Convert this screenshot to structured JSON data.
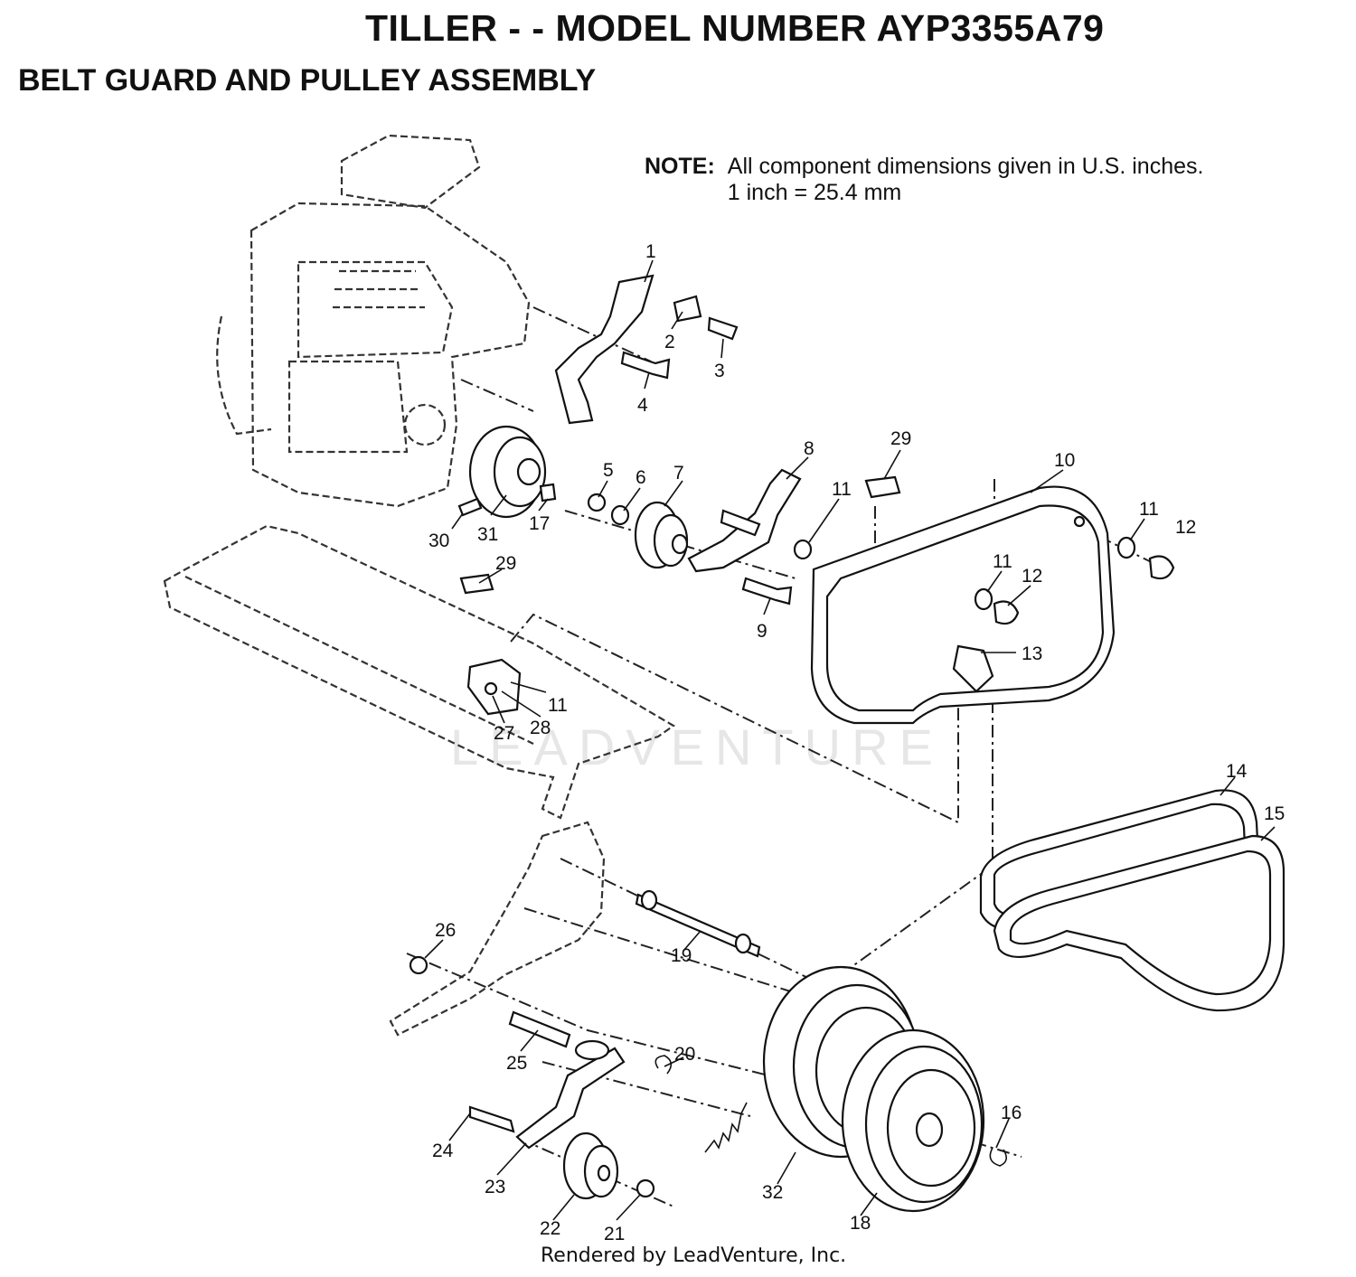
{
  "header": {
    "title": "TILLER - - MODEL NUMBER AYP3355A79",
    "subtitle": "BELT GUARD AND PULLEY ASSEMBLY"
  },
  "note": {
    "label": "NOTE:",
    "line1": "All component dimensions given in U.S. inches.",
    "line2": "1 inch = 25.4 mm"
  },
  "watermark": "LEADVENTURE",
  "footer": "Rendered by LeadVenture, Inc.",
  "callouts": [
    "1",
    "2",
    "3",
    "4",
    "5",
    "6",
    "7",
    "8",
    "29",
    "10",
    "11",
    "11",
    "12",
    "11",
    "12",
    "13",
    "30",
    "31",
    "17",
    "9",
    "29",
    "11",
    "28",
    "27",
    "14",
    "15",
    "26",
    "19",
    "25",
    "20",
    "24",
    "23",
    "22",
    "21",
    "32",
    "18",
    "16"
  ]
}
